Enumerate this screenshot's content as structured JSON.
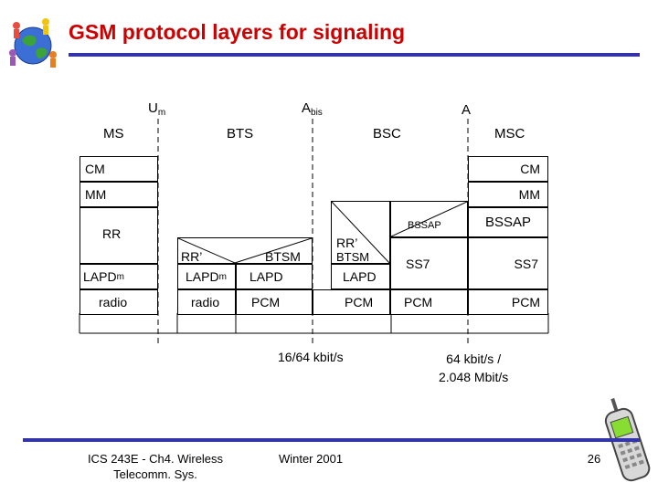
{
  "title": "GSM protocol layers for signaling",
  "interfaces": {
    "um": {
      "main": "U",
      "sub": "m"
    },
    "abis": {
      "main": "A",
      "sub": "bis"
    },
    "a": "A"
  },
  "nodes": {
    "ms": "MS",
    "bts": "BTS",
    "bsc": "BSC",
    "msc": "MSC"
  },
  "ms_stack": {
    "cm": "CM",
    "mm": "MM",
    "rr": "RR",
    "lapdm": "LAPD",
    "lapdm_sub": "m",
    "radio": "radio"
  },
  "bts_stack": {
    "rr_prime": "RR’",
    "btsm": "BTSM",
    "lapdm": "LAPD",
    "lapdm_sub": "m",
    "lapd": "LAPD",
    "radio": "radio",
    "pcm": "PCM"
  },
  "bsc_stack": {
    "rr_prime": "RR’",
    "btsm": "BTSM",
    "lapd": "LAPD",
    "pcm_left": "PCM",
    "bssap": "BSSAP",
    "ss7": "SS7",
    "pcm_right": "PCM"
  },
  "msc_stack": {
    "cm": "CM",
    "mm": "MM",
    "bssap": "BSSAP",
    "ss7": "SS7",
    "pcm": "PCM"
  },
  "rates": {
    "abis": "16/64 kbit/s",
    "a_line1": "64 kbit/s /",
    "a_line2": "2.048 Mbit/s"
  },
  "footer": {
    "course_line1": "ICS 243E - Ch4. Wireless",
    "course_line2": "Telecomm. Sys.",
    "term": "Winter 2001",
    "page": "26"
  },
  "icons": {
    "logo": "globe-people-icon",
    "phone": "mobile-phone-icon"
  },
  "colors": {
    "title": "#cc0000",
    "rule": "#3333aa",
    "phone_screen": "#88dd33"
  }
}
